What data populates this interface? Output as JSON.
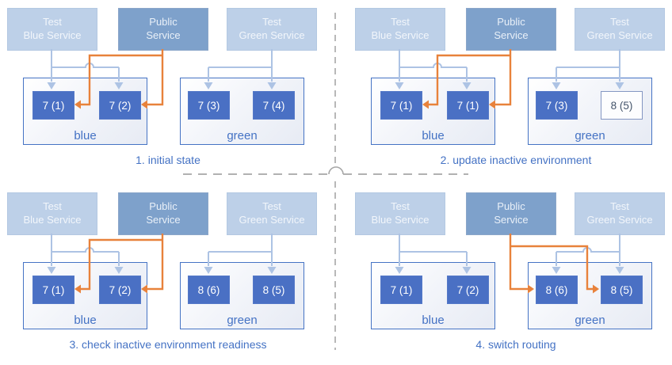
{
  "colors": {
    "accent_blue": "#4472c4",
    "light_service_fill": "#bdd0e8",
    "public_service_fill": "#7ea1cb",
    "pod_fill": "#4a70c4",
    "pod_outline_border": "#8496c2",
    "pod_outline_text": "#44546a",
    "light_arrow": "#adc3e4",
    "orange_arrow": "#e8823b",
    "divider_gray": "#a6a6a6"
  },
  "panels": [
    {
      "caption": "1. initial state",
      "public_routes_to": "blue",
      "services": [
        {
          "label": "Test\nBlue Service"
        },
        {
          "label": "Public\nService"
        },
        {
          "label": "Test\nGreen Service"
        }
      ],
      "environments": [
        {
          "name": "blue",
          "pods": [
            {
              "label": "7 (1)"
            },
            {
              "label": "7 (2)"
            }
          ]
        },
        {
          "name": "green",
          "pods": [
            {
              "label": "7 (3)"
            },
            {
              "label": "7 (4)"
            }
          ]
        }
      ]
    },
    {
      "caption": "2. update inactive environment",
      "public_routes_to": "blue",
      "services": [
        {
          "label": "Test\nBlue Service"
        },
        {
          "label": "Public\nService"
        },
        {
          "label": "Test\nGreen Service"
        }
      ],
      "environments": [
        {
          "name": "blue",
          "pods": [
            {
              "label": "7 (1)"
            },
            {
              "label": "7 (1)"
            }
          ]
        },
        {
          "name": "green",
          "pods": [
            {
              "label": "7 (3)"
            },
            {
              "label": "8 (5)",
              "state": "starting"
            }
          ]
        }
      ]
    },
    {
      "caption": "3. check inactive environment readiness",
      "public_routes_to": "blue",
      "services": [
        {
          "label": "Test\nBlue Service"
        },
        {
          "label": "Public\nService"
        },
        {
          "label": "Test\nGreen Service"
        }
      ],
      "environments": [
        {
          "name": "blue",
          "pods": [
            {
              "label": "7 (1)"
            },
            {
              "label": "7 (2)"
            }
          ]
        },
        {
          "name": "green",
          "pods": [
            {
              "label": "8 (6)"
            },
            {
              "label": "8 (5)"
            }
          ]
        }
      ]
    },
    {
      "caption": "4. switch routing",
      "public_routes_to": "green",
      "services": [
        {
          "label": "Test\nBlue Service"
        },
        {
          "label": "Public\nService"
        },
        {
          "label": "Test\nGreen Service"
        }
      ],
      "environments": [
        {
          "name": "blue",
          "pods": [
            {
              "label": "7 (1)"
            },
            {
              "label": "7 (2)"
            }
          ]
        },
        {
          "name": "green",
          "pods": [
            {
              "label": "8 (6)"
            },
            {
              "label": "8 (5)"
            }
          ]
        }
      ]
    }
  ]
}
